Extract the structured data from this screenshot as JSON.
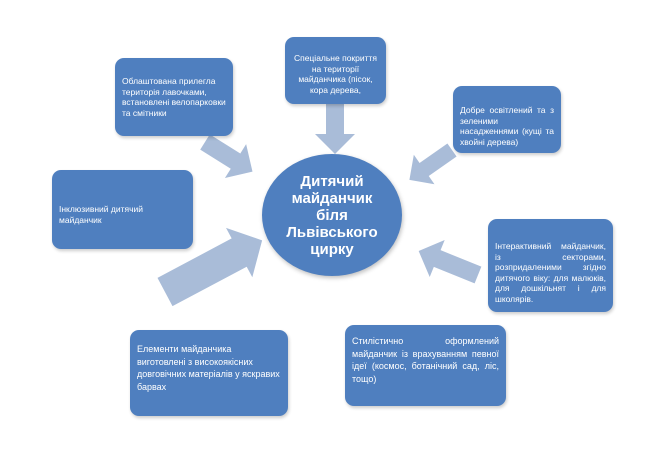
{
  "center": {
    "lines": [
      "Дитячий",
      "майданчик",
      "біля",
      "Львівського",
      "цирку"
    ]
  },
  "boxes": {
    "territory": "Облаштована прилегла територія лавочками, встановлені велопарковки та смітники",
    "coating": "Спеціальне покриття на території майданчика (пісок, кора дерева,",
    "lighting": "Добре освітлений та з зеленими насадженнями (кущі та хвойні дерева)",
    "inclusive": "Інклюзивний дитячий майданчик",
    "interactive": "Інтерактивний майданчик, із секторами, розпридаленими згідно дитячого віку: для малюків, для дошкільнят і для школярів.",
    "materials": "Елементи майданчика виготовлені з високоякісних довговічних матеріалів у яскравих барвах",
    "style": "Стилістично оформлений майданчик із врахуванням певної ідеї (космос, ботанічний сад, ліс, тощо)"
  },
  "colors": {
    "box": "#4f7fbf",
    "arrow": "#a9bcd8"
  }
}
